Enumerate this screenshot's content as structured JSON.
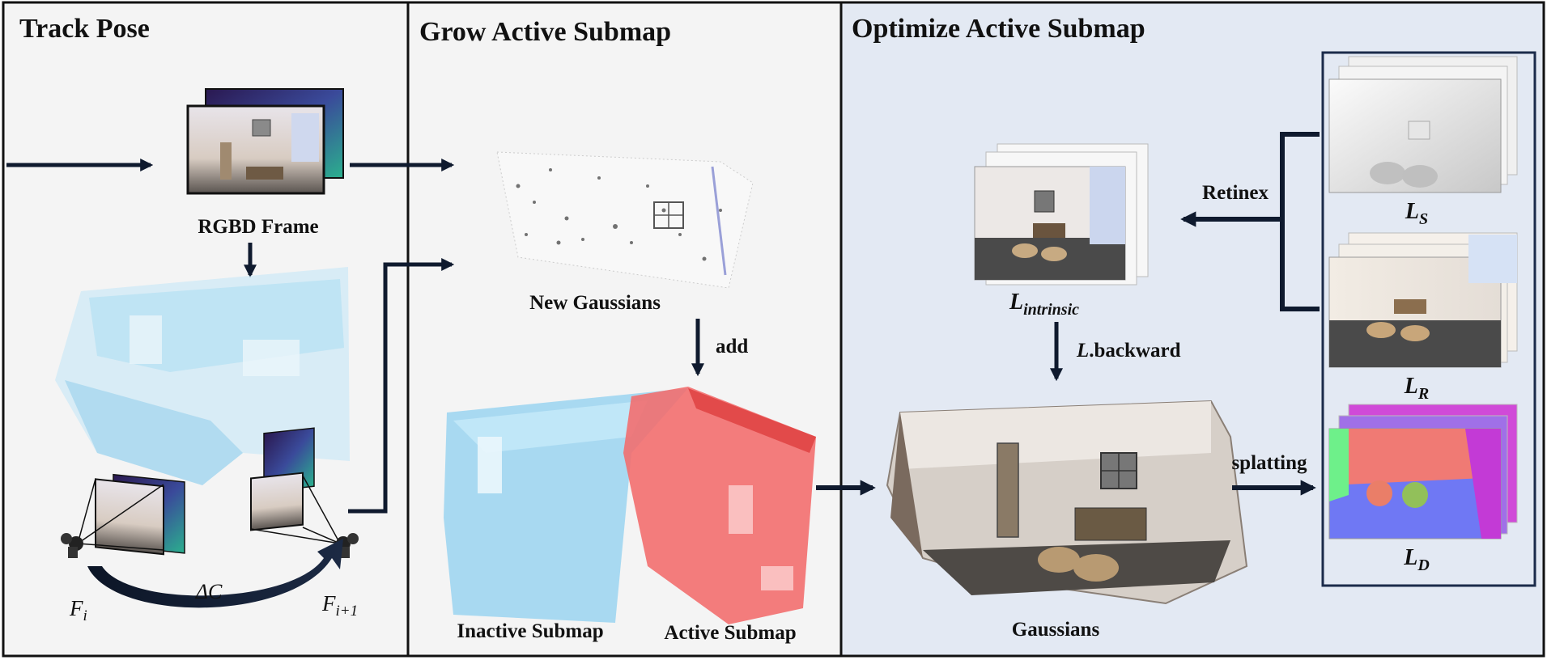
{
  "panels": {
    "track_pose": {
      "title": "Track Pose",
      "bg": "#f4f4f4"
    },
    "grow_submap": {
      "title": "Grow Active Submap",
      "bg": "#f4f4f4"
    },
    "optimize_submap": {
      "title": "Optimize Active Submap",
      "bg": "#e3e9f3"
    }
  },
  "labels": {
    "rgbd_frame": "RGBD Frame",
    "new_gaussians": "New Gaussians",
    "add": "add",
    "inactive_submap": "Inactive Submap",
    "active_submap": "Active Submap",
    "delta_c": "ΔC",
    "frame_i": {
      "base": "F",
      "sub": "i"
    },
    "frame_i1": {
      "base": "F",
      "sub": "i+1"
    },
    "retinex": "Retinex",
    "l_intrinsic": {
      "base": "L",
      "sub": "intrinsic"
    },
    "backward": {
      "prefix": "L",
      "suffix": ".backward"
    },
    "gaussians": "Gaussians",
    "splatting": "splatting",
    "l_s": {
      "base": "L",
      "sub": "S"
    },
    "l_r": {
      "base": "L",
      "sub": "R"
    },
    "l_d": {
      "base": "L",
      "sub": "D"
    }
  },
  "colors": {
    "arrow": "#0f1a2e",
    "inactive_points": "#8fd0f0",
    "active_points": "#f26b6b",
    "normal_pink": "#f07a74",
    "normal_blue": "#6f78f4",
    "normal_green": "#6ef08a",
    "normal_magenta": "#c33ad6",
    "depth_dark": "#3b1a6b",
    "depth_teal": "#27a59a"
  }
}
